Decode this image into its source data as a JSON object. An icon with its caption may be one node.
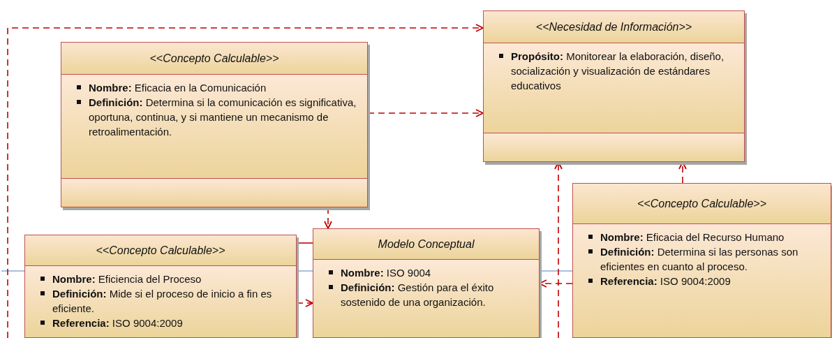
{
  "diagram": {
    "nodes": [
      {
        "text": [
          "<<Necesidad de Información>>",
          "**Propósito:** Monitorear la elaboración, diseño, socialización y visualización de estándares educativos"
        ]
      },
      {
        "text": [
          "<<Concepto Calculable>>",
          "**Nombre:** Eficacia en la Comunicación",
          "**Definición:** Determina si la comunicación es significativa, oportuna, continua, y si mantiene un mecanismo de retroalimentación."
        ]
      },
      {
        "text": [
          "<<Concepto Calculable>>",
          "**Nombre:** Eficacia del Recurso Humano",
          "**Definición:** Determina si las personas son eficientes en cuanto al proceso.",
          "**Referencia:** ISO 9004:2009"
        ]
      },
      {
        "text": [
          "<<Concepto Calculable>>",
          "**Nombre:** Eficiencia del Proceso",
          "**Definición:** Mide si el proceso de inicio a fin es eficiente.",
          "**Referencia:** ISO 9004:2009"
        ]
      },
      {
        "text": [
          "Modelo Conceptual",
          "**Nombre:** ISO 9004",
          "**Definición:** Gestión para el éxito sostenido de una organización."
        ]
      }
    ],
    "edges": [
      {
        "from": null,
        "to": 0,
        "arrow": "to",
        "style": "dashed"
      },
      {
        "from": 1,
        "to": 0,
        "arrow": "to",
        "style": "dashed"
      },
      {
        "from": 1,
        "to": 4,
        "arrow": "to",
        "style": "dashed"
      },
      {
        "from": 2,
        "to": 0,
        "arrow": "to",
        "style": "dashed"
      },
      {
        "from": 2,
        "to": 4,
        "arrow": "to",
        "style": "dashed"
      },
      {
        "from": null,
        "to": 0,
        "arrow": "to",
        "style": "dashed"
      },
      {
        "from": 3,
        "to": 4,
        "arrow": "to",
        "style": "dashed"
      },
      {
        "from": 3,
        "to": 4,
        "arrow": "none"
      }
    ]
  }
}
